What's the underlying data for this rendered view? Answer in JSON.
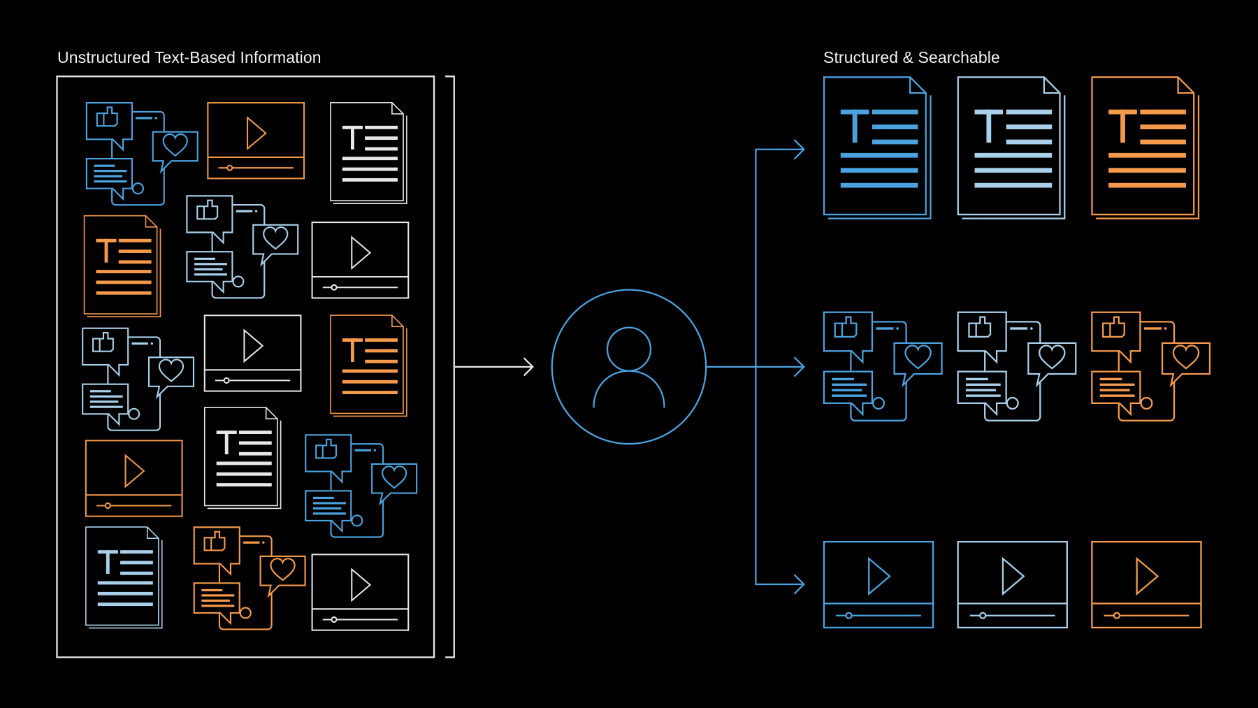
{
  "titles": {
    "unstructured": "Unstructured Text-Based Information",
    "structured": "Structured & Searchable"
  },
  "colors": {
    "background": "#000000",
    "blue": "#4aa3df",
    "light_blue": "#a8d0ea",
    "orange": "#f59a4a",
    "white": "#e8e8e8"
  },
  "icons": {
    "document": "document-icon",
    "social": "social-media-icon",
    "video": "video-icon",
    "person": "person-icon"
  },
  "unstructured_items": [
    {
      "type": "social",
      "color": "blue"
    },
    {
      "type": "video",
      "color": "orange"
    },
    {
      "type": "document",
      "color": "light_blue"
    },
    {
      "type": "document",
      "color": "orange"
    },
    {
      "type": "social",
      "color": "light_blue"
    },
    {
      "type": "video",
      "color": "light_blue"
    },
    {
      "type": "social",
      "color": "light_blue"
    },
    {
      "type": "video",
      "color": "light_blue"
    },
    {
      "type": "document",
      "color": "orange"
    },
    {
      "type": "video",
      "color": "orange"
    },
    {
      "type": "document",
      "color": "light_blue"
    },
    {
      "type": "social",
      "color": "blue"
    },
    {
      "type": "document",
      "color": "light_blue"
    },
    {
      "type": "social",
      "color": "orange"
    },
    {
      "type": "video",
      "color": "light_blue"
    }
  ],
  "structured_rows": [
    {
      "type": "document",
      "colors": [
        "blue",
        "light_blue",
        "orange"
      ]
    },
    {
      "type": "social",
      "colors": [
        "blue",
        "light_blue",
        "orange"
      ]
    },
    {
      "type": "video",
      "colors": [
        "blue",
        "light_blue",
        "orange"
      ]
    }
  ]
}
